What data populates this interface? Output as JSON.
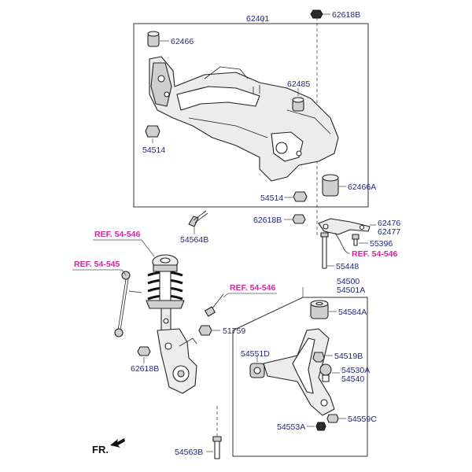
{
  "callouts": {
    "c62401": "62401",
    "c62618b_top": "62618B",
    "c62466": "62466",
    "c62485": "62485",
    "c54514_left": "54514",
    "c62466a": "62466A",
    "c54514_mid": "54514",
    "c62618b_mid": "62618B",
    "c54564b": "54564B",
    "c62476": "62476",
    "c62477": "62477",
    "c55396": "55396",
    "c55448": "55448",
    "c54500": "54500",
    "c54501a": "54501A",
    "c54584a": "54584A",
    "c51759": "51759",
    "c62618b_low": "62618B",
    "c54551d": "54551D",
    "c54519b": "54519B",
    "c54530a": "54530A",
    "c54540": "54540",
    "c54553a": "54553A",
    "c54559c": "54559C",
    "c54563b": "54563B"
  },
  "references": {
    "ref_strut": "REF. 54-546",
    "ref_link": "REF. 54-545",
    "ref_bolt": "REF. 54-546",
    "ref_mount": "REF. 54-546"
  },
  "direction": {
    "front_label": "FR."
  },
  "colors": {
    "callout_text": "#1f2a7a",
    "reference_text": "#d6249f"
  }
}
